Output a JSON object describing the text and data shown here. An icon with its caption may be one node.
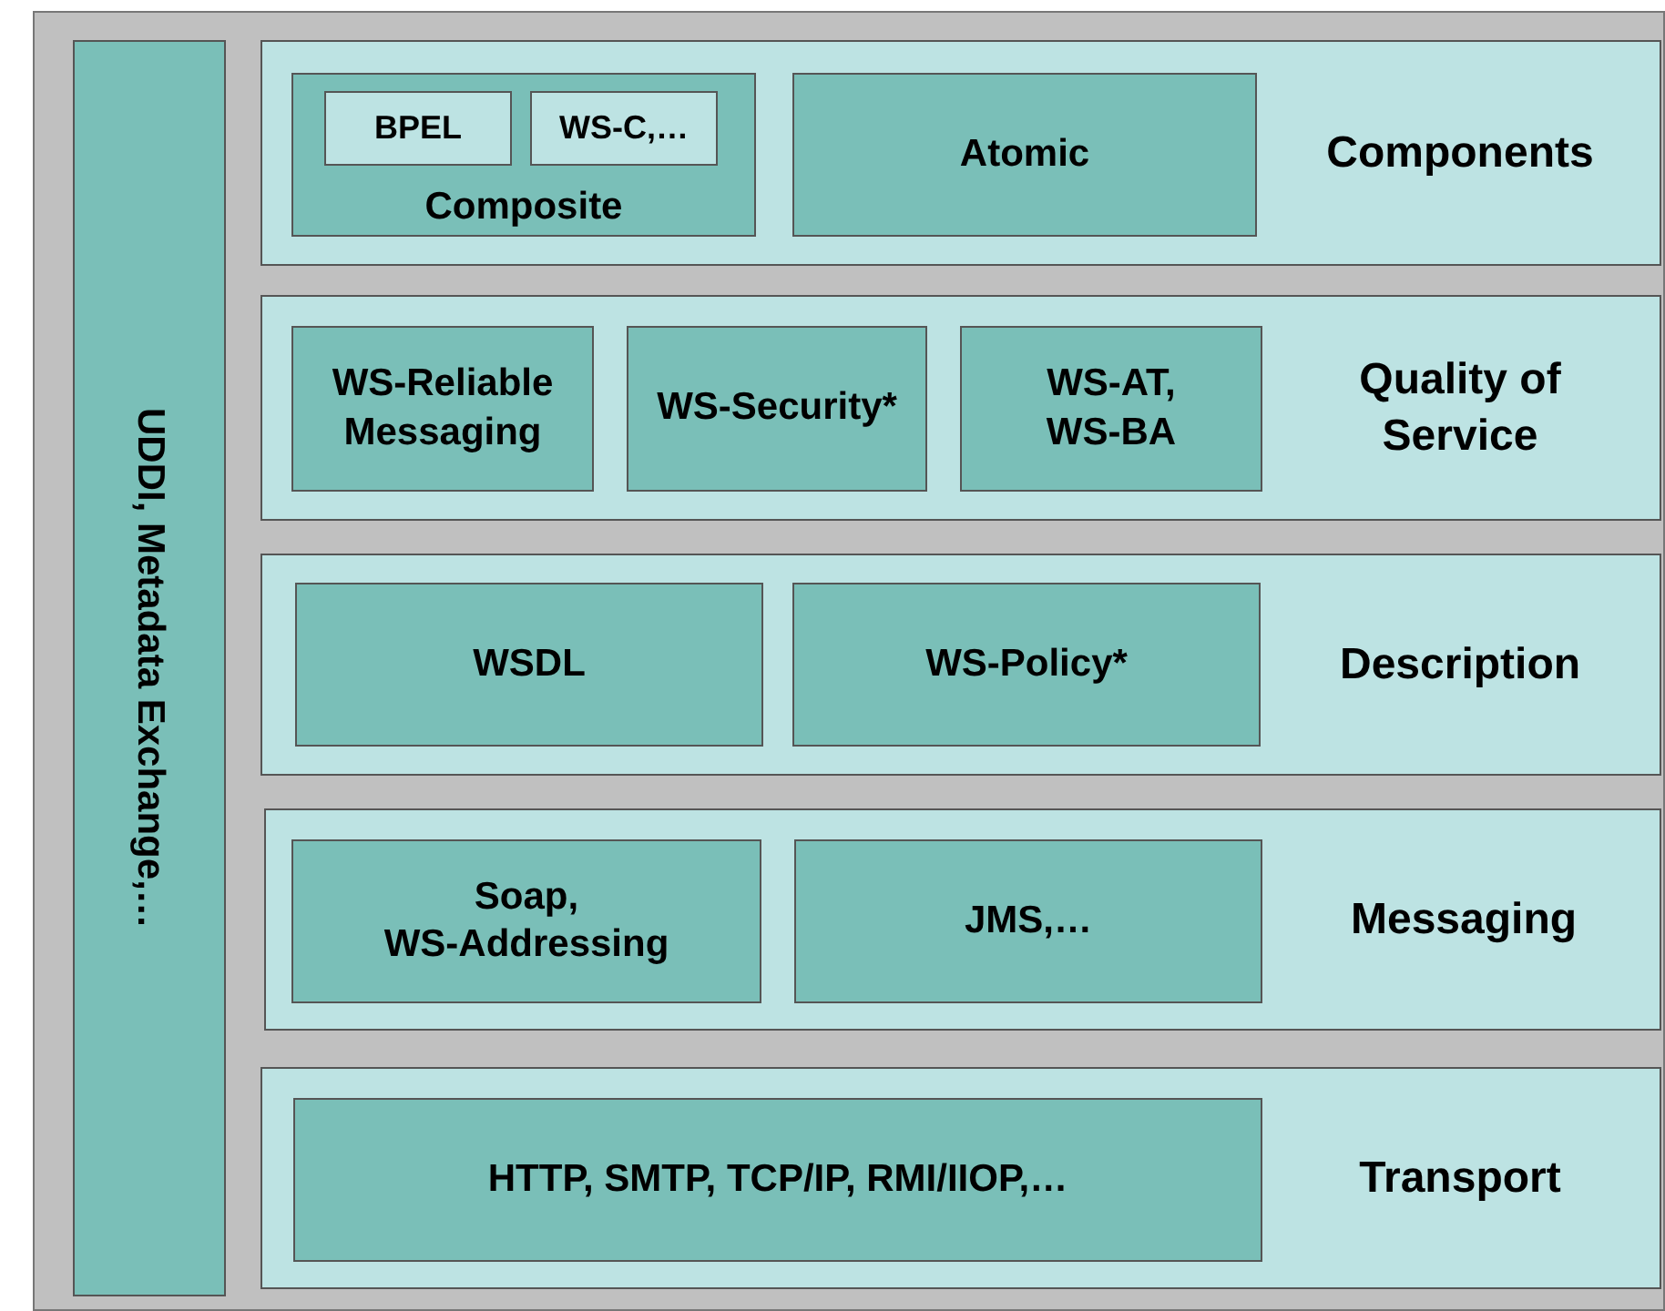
{
  "diagram": {
    "nodes": [
      {
        "text": [
          "UDDI, Metadata Exchange,…"
        ]
      },
      {
        "text": [
          "Components"
        ]
      },
      {
        "text": [
          "Composite"
        ],
        "in": 1
      },
      {
        "text": [
          "BPEL"
        ],
        "in": 2
      },
      {
        "text": [
          "WS-C,…"
        ],
        "in": 2
      },
      {
        "text": [
          "Atomic"
        ],
        "in": 1
      },
      {
        "text": [
          "Quality of Service"
        ]
      },
      {
        "text": [
          "WS-Reliable Messaging"
        ],
        "in": 6
      },
      {
        "text": [
          "WS-Security*"
        ],
        "in": 6
      },
      {
        "text": [
          "WS-AT, WS-BA"
        ],
        "in": 6
      },
      {
        "text": [
          "Description"
        ]
      },
      {
        "text": [
          "WSDL"
        ],
        "in": 10
      },
      {
        "text": [
          "WS-Policy*"
        ],
        "in": 10
      },
      {
        "text": [
          "Messaging"
        ]
      },
      {
        "text": [
          "Soap, WS-Addressing"
        ],
        "in": 13
      },
      {
        "text": [
          "JMS,…"
        ],
        "in": 13
      },
      {
        "text": [
          "Transport"
        ]
      },
      {
        "text": [
          "HTTP, SMTP, TCP/IP, RMI/IIOP,…"
        ],
        "in": 16
      }
    ]
  }
}
